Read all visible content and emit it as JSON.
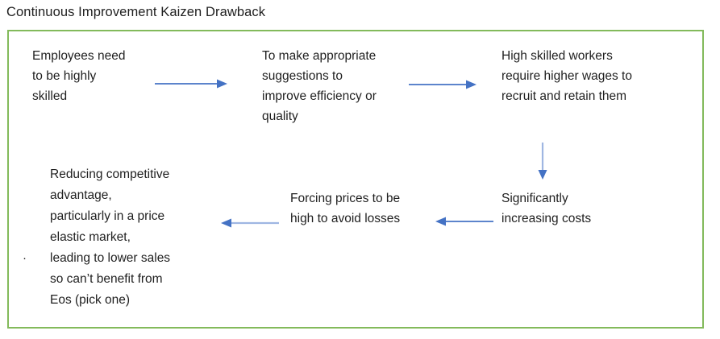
{
  "title": "Continuous Improvement Kaizen Drawback",
  "colors": {
    "frame_border": "#83BA5B",
    "arrow": "#4472C4",
    "arrow_light": "#9FB6E2",
    "text": "#1F1F1F"
  },
  "diagram": {
    "nodes": [
      {
        "name": "employees-skilled",
        "lines": [
          "Employees need",
          "to be highly",
          "skilled"
        ]
      },
      {
        "name": "appropriate-suggestions",
        "lines": [
          "To make appropriate",
          "suggestions to",
          "improve efficiency or",
          "quality"
        ]
      },
      {
        "name": "higher-wages",
        "lines": [
          "High skilled workers",
          "require higher wages to",
          "recruit and retain them"
        ]
      },
      {
        "name": "increasing-costs",
        "lines": [
          "Significantly",
          "increasing costs"
        ]
      },
      {
        "name": "forcing-prices",
        "lines": [
          "Forcing prices to be",
          "high to avoid losses"
        ]
      },
      {
        "name": "reducing-advantage",
        "bullet": "·",
        "lines": [
          "Reducing competitive",
          "advantage,",
          "particularly in a price",
          "elastic market,",
          "leading to lower sales",
          "so can’t benefit from",
          "Eos (pick one)"
        ]
      }
    ],
    "connections": [
      {
        "from": "employees-skilled",
        "to": "appropriate-suggestions",
        "direction": "right"
      },
      {
        "from": "appropriate-suggestions",
        "to": "higher-wages",
        "direction": "right"
      },
      {
        "from": "higher-wages",
        "to": "increasing-costs",
        "direction": "down"
      },
      {
        "from": "increasing-costs",
        "to": "forcing-prices",
        "direction": "left"
      },
      {
        "from": "forcing-prices",
        "to": "reducing-advantage",
        "direction": "left"
      }
    ]
  }
}
